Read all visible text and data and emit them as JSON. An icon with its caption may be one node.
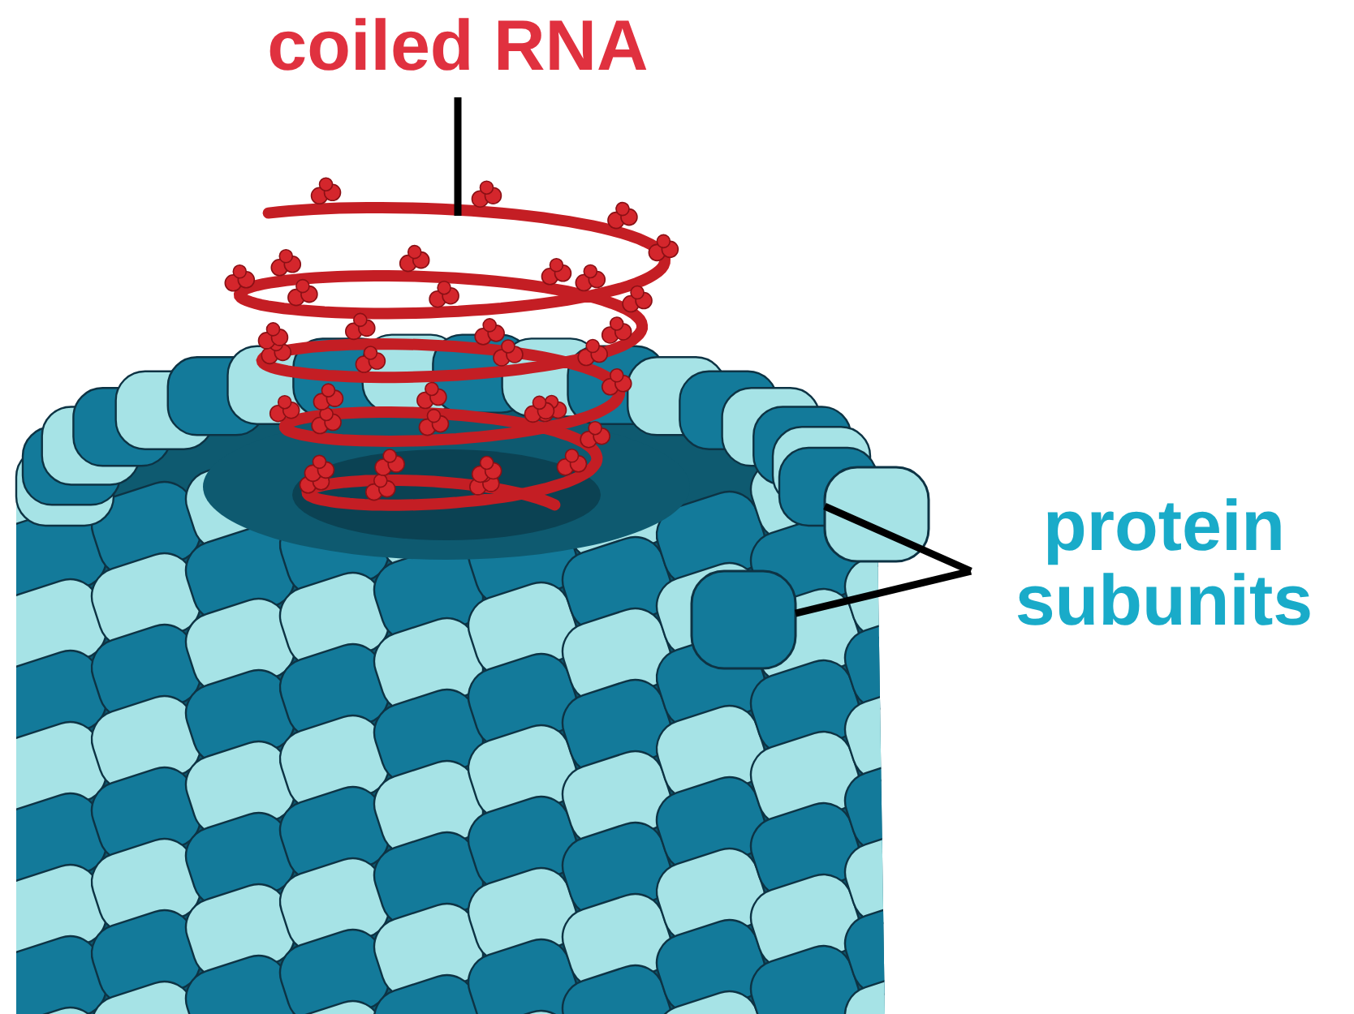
{
  "diagram": {
    "nodes": [
      {
        "text": [
          "coiled RNA"
        ]
      },
      {
        "text": [],
        "shape": "picture"
      },
      {
        "text": [
          "protein subunits"
        ]
      },
      {
        "text": [],
        "shape": "box"
      },
      {
        "text": [],
        "shape": "box"
      }
    ],
    "edges": [
      {
        "from": 0,
        "to": 1,
        "arrow": "none"
      },
      {
        "from": 2,
        "to": 3,
        "arrow": "none"
      },
      {
        "from": 2,
        "to": 4,
        "arrow": "none"
      }
    ]
  }
}
